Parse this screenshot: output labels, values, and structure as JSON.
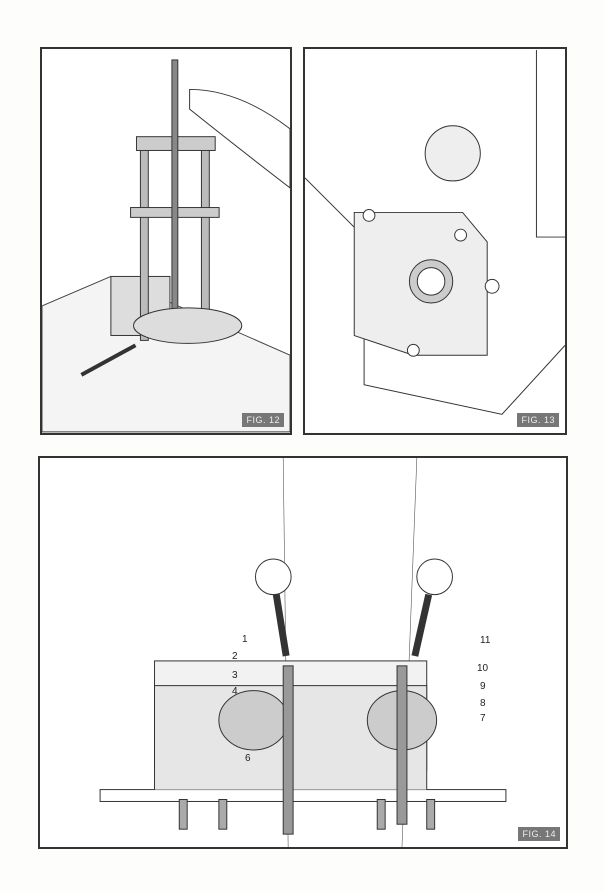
{
  "figures": [
    {
      "label": "FIG. 12"
    },
    {
      "label": "FIG. 13"
    },
    {
      "label": "FIG. 14",
      "callouts": [
        "1",
        "2",
        "3",
        "4",
        "6",
        "7",
        "8",
        "9",
        "10",
        "11"
      ]
    }
  ]
}
